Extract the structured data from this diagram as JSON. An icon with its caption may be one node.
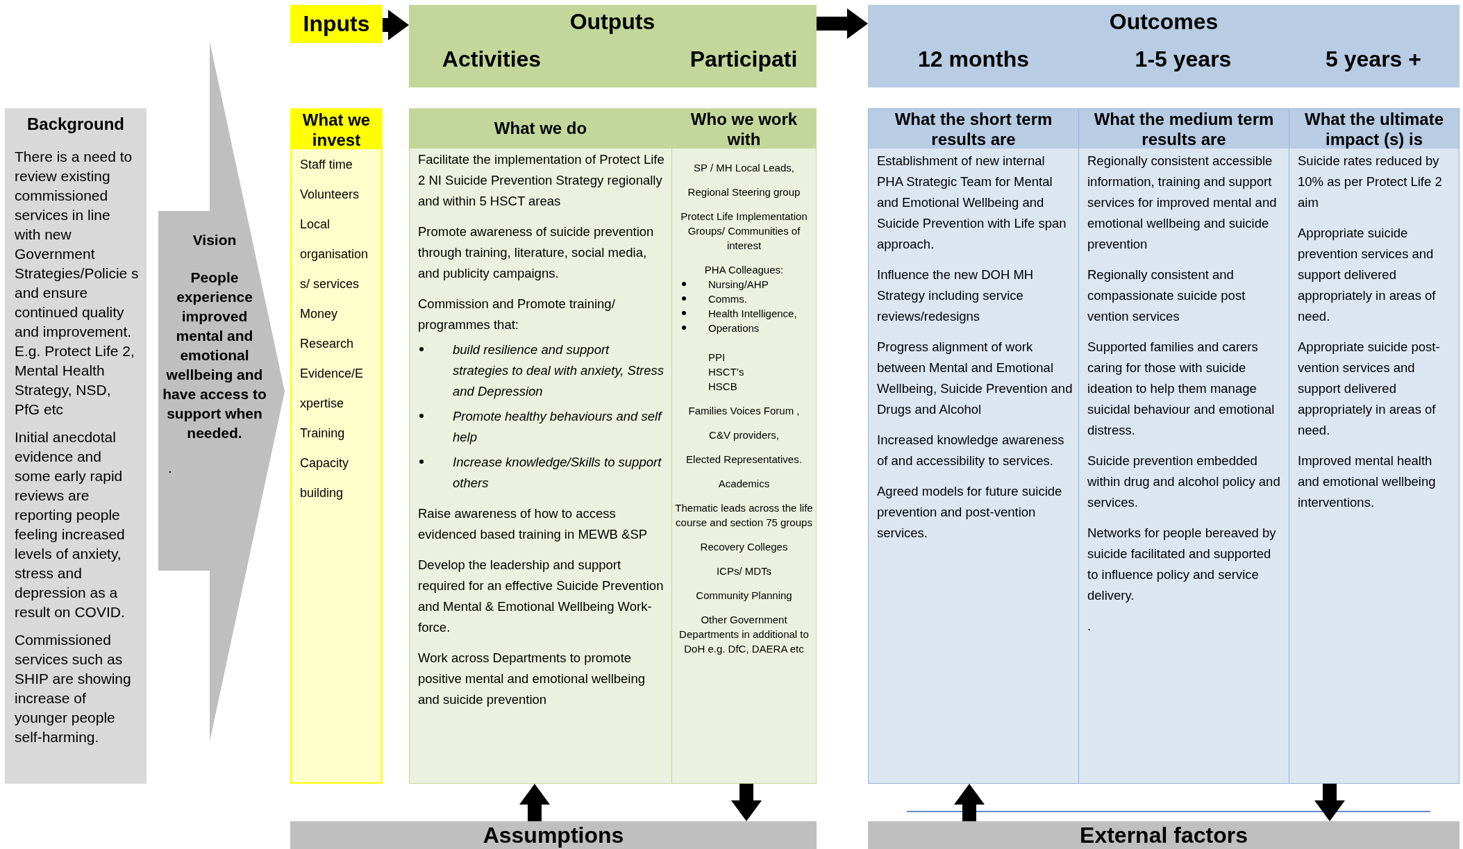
{
  "diagram": {
    "nodes": [
      {
        "text": [
          "Background",
          "There is a need to review existing commissioned services in line with new Government Strategies/Policie s and ensure continued quality and improvement. E.g. Protect Life 2, Mental Health Strategy, NSD, PfG etc",
          "Initial anecdotal evidence and some early rapid reviews are reporting people feeling increased levels of anxiety, stress and depression as a result on COVID.",
          "Commissioned services such as SHIP are showing increase of younger people self-harming."
        ]
      },
      {
        "text": [
          "Vision",
          "People experience improved mental and emotional wellbeing and have access to support when needed.",
          "."
        ]
      },
      {
        "text": [
          "Inputs"
        ]
      },
      {
        "text": [
          "Outputs",
          "Activities",
          "Participati"
        ]
      },
      {
        "text": [
          "Outcomes",
          "12 months",
          "1-5 years",
          "5 years +"
        ]
      },
      {
        "text": [
          "What we invest",
          "Staff time",
          "Volunteers",
          "Local organisation s/ services",
          "Money",
          "Research",
          "Evidence/E xpertise",
          "Training",
          "Capacity building"
        ]
      },
      {
        "text": [
          "What we do",
          "Facilitate the implementation of Protect Life 2 NI Suicide Prevention Strategy regionally and within 5 HSCT areas",
          "Promote awareness of suicide prevention through training, literature, social media, and publicity campaigns.",
          "Commission and Promote training/ programmes that:",
          "build resilience and support strategies to deal with anxiety, Stress and Depression",
          "Promote healthy behaviours and self help",
          "Increase knowledge/Skills to support others",
          "Raise awareness of how to access evidenced based training in MEWB &SP",
          "Develop the leadership and support required for an effective Suicide Prevention and Mental & Emotional Wellbeing Work-force.",
          "Work across Departments to promote positive mental and emotional wellbeing and suicide prevention"
        ]
      },
      {
        "text": [
          "Who we work with",
          "SP / MH Local Leads,",
          "Regional Steering group",
          "Protect Life Implementation Groups/ Communities of interest",
          "PHA Colleagues:",
          "Nursing/AHP",
          "Comms.",
          "Health Intelligence,",
          "Operations",
          "PPI",
          "HSCT’s",
          "HSCB",
          "Families Voices Forum ,",
          "C&V providers,",
          "Elected Representatives.",
          "Academics",
          "Thematic leads across the life course and section 75 groups",
          "Recovery Colleges",
          "ICPs/ MDTs",
          "Community Planning",
          "Other Government Departments in additional to DoH e.g. DfC, DAERA etc"
        ]
      },
      {
        "text": [
          "What the short term results are",
          "Establishment of new internal PHA Strategic Team for Mental and Emotional Wellbeing and Suicide Prevention with Life span approach.",
          "Influence the new DOH MH Strategy including service reviews/redesigns",
          "Progress alignment of work between Mental and Emotional Wellbeing, Suicide Prevention and Drugs and Alcohol",
          "Increased knowledge awareness of and accessibility to services.",
          "Agreed models for future suicide prevention and post-vention services."
        ]
      },
      {
        "text": [
          "What the medium term results are",
          "Regionally consistent accessible information, training and support services for improved mental and emotional wellbeing and suicide prevention",
          "Regionally consistent and compassionate suicide post vention services",
          "Supported families and carers caring for those with suicide ideation to help them manage suicidal behaviour and emotional distress.",
          "Suicide prevention embedded within drug and alcohol policy and services.",
          "Networks for people bereaved by suicide facilitated and supported to influence policy and service delivery.",
          "."
        ]
      },
      {
        "text": [
          "What the ultimate impact (s) is",
          "Suicide rates reduced by 10% as per Protect Life 2 aim",
          "Appropriate suicide prevention services and support delivered appropriately in areas of need.",
          "Appropriate suicide post-vention services and support delivered appropriately in areas of need.",
          "Improved mental health and emotional wellbeing interventions."
        ]
      },
      {
        "text": [
          "Assumptions"
        ]
      },
      {
        "text": [
          "External factors"
        ]
      }
    ],
    "edges": [
      {
        "from": 2,
        "to": 3,
        "arrow": "to"
      },
      {
        "from": 3,
        "to": 4,
        "arrow": "to"
      },
      {
        "from": 11,
        "to": 6,
        "arrow": "to"
      },
      {
        "from": 7,
        "to": 11,
        "arrow": "to"
      },
      {
        "from": 12,
        "to": 8,
        "arrow": "to"
      },
      {
        "from": 10,
        "to": 12,
        "arrow": "to"
      }
    ]
  }
}
